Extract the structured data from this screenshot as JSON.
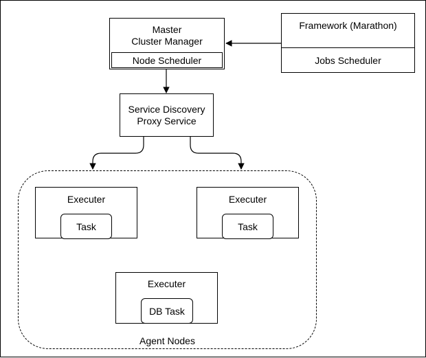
{
  "diagram": {
    "master": {
      "title": "Master",
      "subtitle": "Cluster Manager",
      "section": "Node Scheduler"
    },
    "framework": {
      "title": "Framework (Marathon)",
      "section": "Jobs Scheduler"
    },
    "proxy": {
      "line1": "Service Discovery",
      "line2": "Proxy Service"
    },
    "agents": {
      "group_label": "Agent Nodes",
      "executors": [
        {
          "label": "Executer",
          "task": "Task"
        },
        {
          "label": "Executer",
          "task": "Task"
        },
        {
          "label": "Executer",
          "task": "DB Task"
        }
      ]
    }
  }
}
